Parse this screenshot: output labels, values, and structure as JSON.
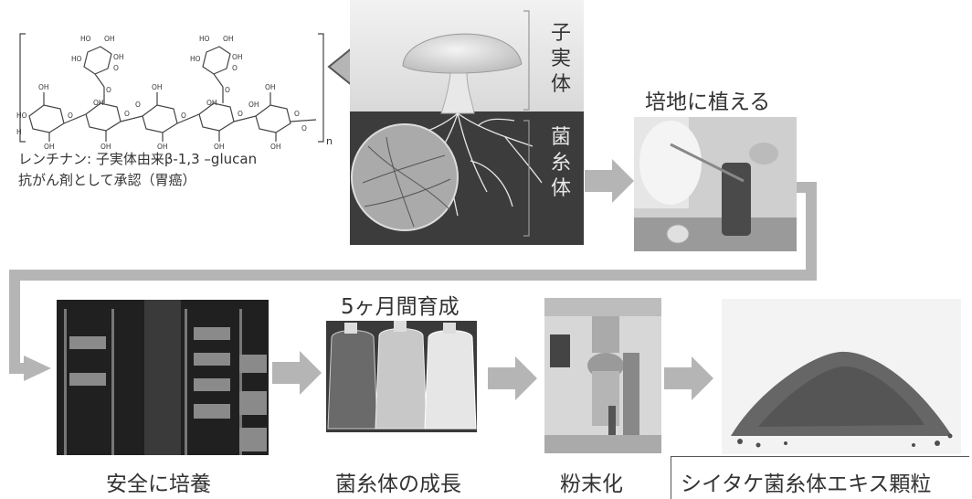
{
  "diagram": {
    "fruiting_body_chars": [
      "子",
      "実",
      "体"
    ],
    "mycelium_chars": [
      "菌",
      "糸",
      "体"
    ],
    "lentinan_caption": "レンチナン: 子実体由来β-1,3 –glucan",
    "approval_caption": "抗がん剤として承認（胃癌）",
    "repeat_unit_subscript": "n",
    "planting_label": "培地に植える",
    "growth_period_label": "5ヶ月間育成",
    "cultivation_label": "安全に培養",
    "mycelium_growth_label": "菌糸体の成長",
    "powder_label": "粉末化",
    "product_label": "シイタケ菌糸体エキス顆粒",
    "molecule_atoms": [
      "HO",
      "OH",
      "O",
      "HO",
      "O",
      "OH",
      "HO",
      "OH",
      "O",
      "HO",
      "O",
      "OH",
      "OH",
      "OH",
      "OH",
      "OH",
      "OH",
      "HO",
      "O",
      "H",
      "OH",
      "O",
      "OH",
      "O",
      "OH",
      "O",
      "OH",
      "O",
      "OH",
      "O",
      "OH",
      "O"
    ]
  },
  "colors": {
    "arrow_fill": "#b5b5b5",
    "arrow_stroke": "#555555",
    "mycelium_bg": "#3c3c3c"
  }
}
